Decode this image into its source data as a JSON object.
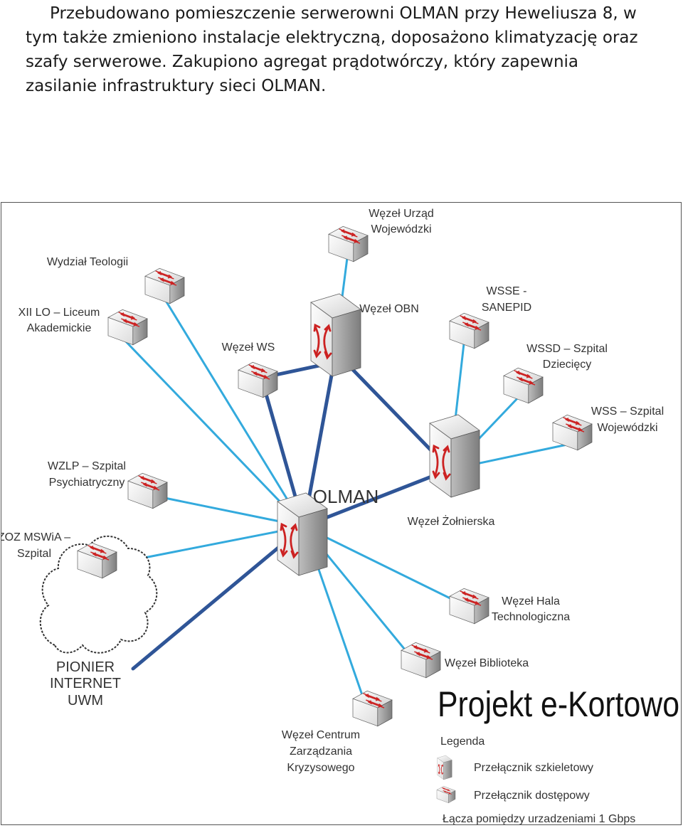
{
  "intro_text": [
    "Przebudowano  pomieszczenie serwerowni OLMAN przy Heweliusza 8, w",
    "tym także zmieniono instalacje elektryczną, doposażono klimatyzację oraz",
    "szafy serwerowe. Zakupiono agregat prądotwórczy, który zapewnia",
    "zasilanie infrastruktury sieci OLMAN."
  ],
  "diagram": {
    "title": "Projekt e-Kortowo",
    "core_label": "OLMAN",
    "cloud_label": [
      "PIONIER",
      "INTERNET",
      "UWM"
    ],
    "backbone_nodes": {
      "obn": [
        "Węzeł OBN"
      ],
      "zolnierska": [
        "Węzeł Żołnierska"
      ]
    },
    "access_nodes": {
      "urzad": [
        "Węzeł Urząd",
        "Wojewódzki"
      ],
      "teologia": [
        "Wydział Teologii"
      ],
      "xii_lo": [
        "XII LO – Liceum",
        "Akademickie"
      ],
      "ws": [
        "Węzeł WS"
      ],
      "wsse": [
        "WSSE -",
        "SANEPID"
      ],
      "wssd": [
        "WSSD – Szpital",
        "Dziecięcy"
      ],
      "wss": [
        "WSS – Szpital",
        "Wojewódzki"
      ],
      "wzlp": [
        "WZLP – Szpital",
        "Psychiatryczny"
      ],
      "zoz": [
        "ZOZ MSWiA –",
        "Szpital"
      ],
      "hala": [
        "Węzeł Hala",
        "Technologiczna"
      ],
      "biblioteka": [
        "Węzeł Biblioteka"
      ],
      "centrum": [
        "Węzeł Centrum",
        "Zarządzania",
        "Kryzysowego"
      ]
    },
    "legend": {
      "heading": "Legenda",
      "backbone": "Przełącznik szkieletowy",
      "access": "Przełącznik dostępowy",
      "links": "Łącza pomiędzy urzadzeniami 1 Gbps"
    },
    "colors": {
      "backbone_link": "#2f5597",
      "access_link": "#33aadd",
      "arrow": "#cc2222"
    }
  }
}
